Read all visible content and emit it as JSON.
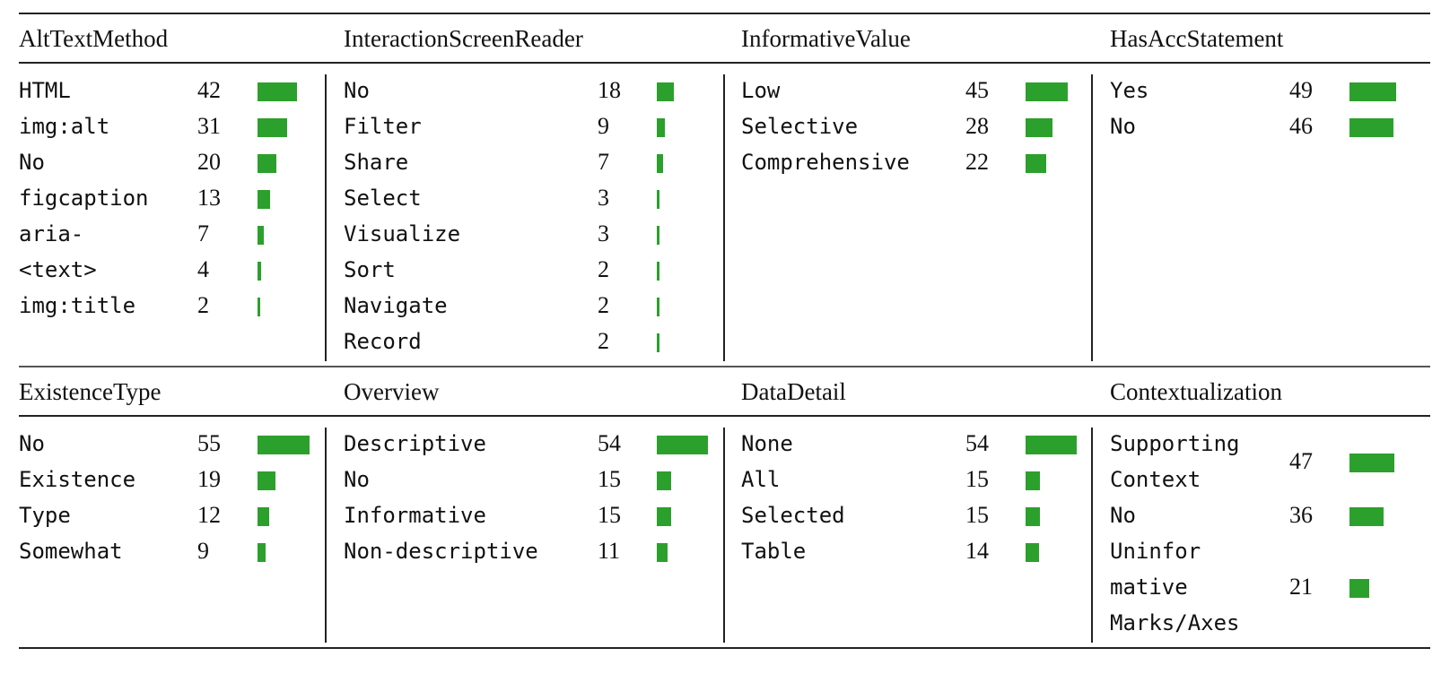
{
  "chart_data": {
    "type": "table",
    "bar_color": "#2ca02c",
    "groups": [
      {
        "title": "AltTextMethod",
        "rows": [
          {
            "label": "HTML",
            "value": 42
          },
          {
            "label": "img:alt",
            "value": 31
          },
          {
            "label": "No",
            "value": 20
          },
          {
            "label": "figcaption",
            "value": 13
          },
          {
            "label": "aria-",
            "value": 7
          },
          {
            "label": "<text>",
            "value": 4
          },
          {
            "label": "img:title",
            "value": 2
          }
        ]
      },
      {
        "title": "InteractionScreenReader",
        "rows": [
          {
            "label": "No",
            "value": 18
          },
          {
            "label": "Filter",
            "value": 9
          },
          {
            "label": "Share",
            "value": 7
          },
          {
            "label": "Select",
            "value": 3
          },
          {
            "label": "Visualize",
            "value": 3
          },
          {
            "label": "Sort",
            "value": 2
          },
          {
            "label": "Navigate",
            "value": 2
          },
          {
            "label": "Record",
            "value": 2
          }
        ]
      },
      {
        "title": "InformativeValue",
        "rows": [
          {
            "label": "Low",
            "value": 45
          },
          {
            "label": "Selective",
            "value": 28
          },
          {
            "label": "Comprehensive",
            "value": 22
          }
        ]
      },
      {
        "title": "HasAccStatement",
        "rows": [
          {
            "label": "Yes",
            "value": 49
          },
          {
            "label": "No",
            "value": 46
          }
        ]
      },
      {
        "title": "ExistenceType",
        "rows": [
          {
            "label": "No",
            "value": 55
          },
          {
            "label": "Existence",
            "value": 19
          },
          {
            "label": "Type",
            "value": 12
          },
          {
            "label": "Somewhat",
            "value": 9
          }
        ]
      },
      {
        "title": "Overview",
        "rows": [
          {
            "label": "Descriptive",
            "value": 54
          },
          {
            "label": "No",
            "value": 15
          },
          {
            "label": "Informative",
            "value": 15
          },
          {
            "label": "Non-descriptive",
            "value": 11
          }
        ]
      },
      {
        "title": "DataDetail",
        "rows": [
          {
            "label": "None",
            "value": 54
          },
          {
            "label": "All",
            "value": 15
          },
          {
            "label": "Selected",
            "value": 15
          },
          {
            "label": "Table",
            "value": 14
          }
        ]
      },
      {
        "title": "Contextualization",
        "rows": [
          {
            "label": "Supporting Context",
            "label_lines": [
              "Supporting",
              "Context"
            ],
            "value": 47
          },
          {
            "label": "No",
            "value": 36
          },
          {
            "label": "Uninformative Marks/Axes",
            "label_lines": [
              "Uninfor",
              "mative",
              "Marks/Axes"
            ],
            "value": 21
          }
        ]
      }
    ]
  }
}
